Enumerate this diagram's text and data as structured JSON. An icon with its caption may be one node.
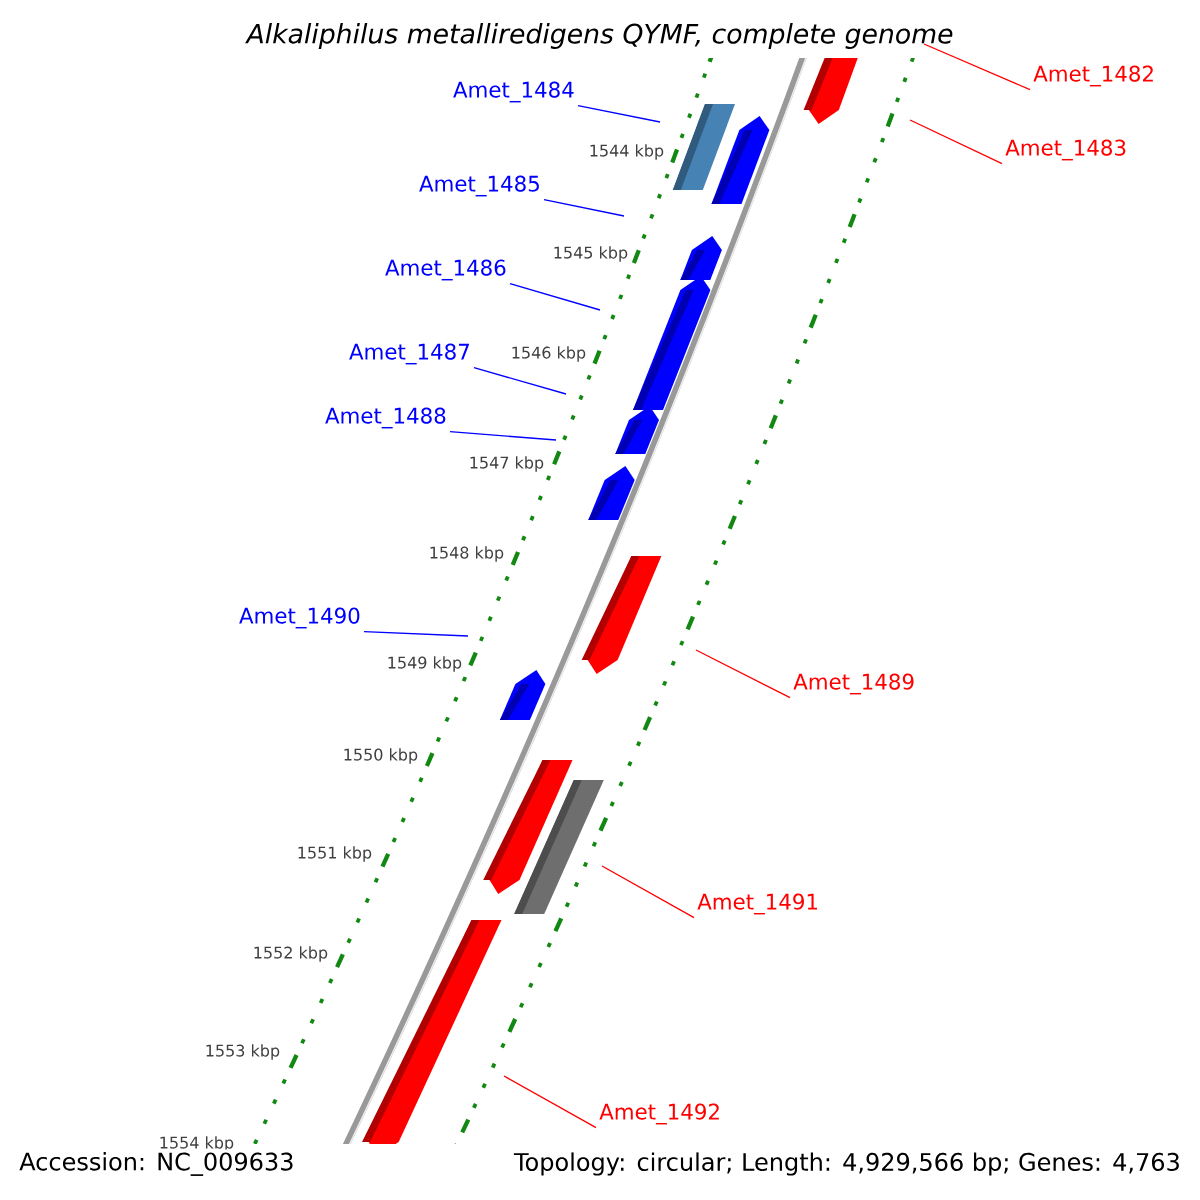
{
  "diagram": {
    "title": "*Alkaliphilus metalliredigens* QYMF, complete genome",
    "nodes": [
      {
        "text": [
          "Amet_1482"
        ]
      },
      {
        "text": [
          "Amet_1484"
        ]
      },
      {
        "text": [
          "Amet_1483"
        ]
      },
      {
        "text": [
          "Amet_1485"
        ]
      },
      {
        "text": [
          "Amet_1486"
        ]
      },
      {
        "text": [
          "Amet_1487"
        ]
      },
      {
        "text": [
          "Amet_1488"
        ]
      },
      {
        "text": [
          "Amet_1490"
        ]
      },
      {
        "text": [
          "Amet_1489"
        ]
      },
      {
        "text": [
          "Amet_1491"
        ]
      },
      {
        "text": [
          "Amet_1492"
        ]
      }
    ],
    "edges": [
      {
        "from": 0,
        "to": null,
        "arrow": "none",
        "color": "#ff0000"
      },
      {
        "from": 1,
        "to": null,
        "arrow": "none"
      },
      {
        "from": 2,
        "to": null,
        "arrow": "none",
        "color": "#ff0000"
      },
      {
        "from": 3,
        "to": null,
        "arrow": "none"
      },
      {
        "from": 4,
        "to": null,
        "arrow": "none"
      },
      {
        "from": 5,
        "to": null,
        "arrow": "none"
      },
      {
        "from": 6,
        "to": null,
        "arrow": "none"
      },
      {
        "from": 7,
        "to": null,
        "arrow": "none"
      },
      {
        "from": 8,
        "to": null,
        "arrow": "none",
        "color": "#ff0000"
      },
      {
        "from": 9,
        "to": null,
        "arrow": "none",
        "color": "#ff0000"
      },
      {
        "from": 10,
        "to": null,
        "arrow": "none",
        "color": "#ff0000"
      }
    ],
    "labels": [
      "1544 kbp",
      "1545 kbp",
      "1546 kbp",
      "1547 kbp",
      "1548 kbp",
      "1549 kbp",
      "1550 kbp",
      "1551 kbp",
      "1552 kbp",
      "1553 kbp",
      "1554 kbp",
      "Accession: NC_009633",
      "Topology: circular; Length: 4,929,566 bp; Genes: 4,763"
    ]
  }
}
